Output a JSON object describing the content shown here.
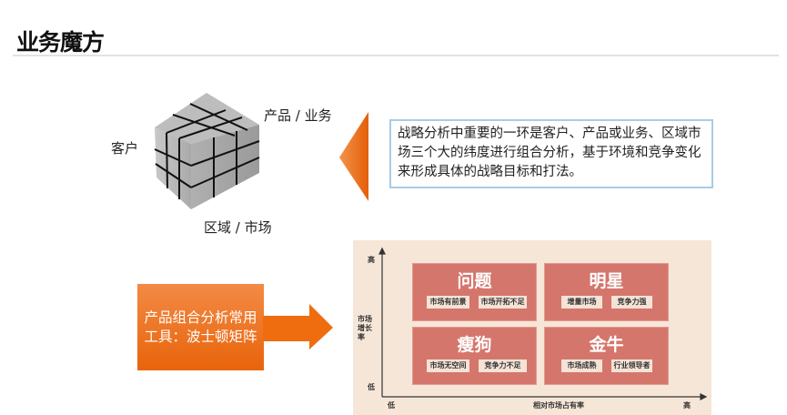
{
  "title": "业务魔方",
  "cube": {
    "left_label": "客户",
    "right_label": "产品 / 业务",
    "bottom_label": "区域 / 市场"
  },
  "description": "战略分析中重要的一环是客户、产品或业务、区域市场三个大的纬度进行组合分析，基于环境和竞争变化来形成具体的战略目标和打法。",
  "tool_box": "产品组合分析常用工具：波士顿矩阵",
  "matrix": {
    "y_axis": {
      "label": "市场增长率",
      "high": "高",
      "low": "低"
    },
    "x_axis": {
      "label": "相对市场占有率",
      "low": "低",
      "high": "高"
    },
    "quadrants": [
      {
        "title": "问题",
        "tags": [
          "市场有前景",
          "市场开拓不足"
        ]
      },
      {
        "title": "明星",
        "tags": [
          "增量市场",
          "竞争力强"
        ]
      },
      {
        "title": "瘦狗",
        "tags": [
          "市场无空间",
          "竞争力不足"
        ]
      },
      {
        "title": "金牛",
        "tags": [
          "市场成熟",
          "行业领导者"
        ]
      }
    ]
  },
  "colors": {
    "orange": "#e8640a",
    "quadrant": "#d5766c",
    "matrix_bg": "#f6e6d8",
    "desc_border": "#a9cbe6"
  }
}
